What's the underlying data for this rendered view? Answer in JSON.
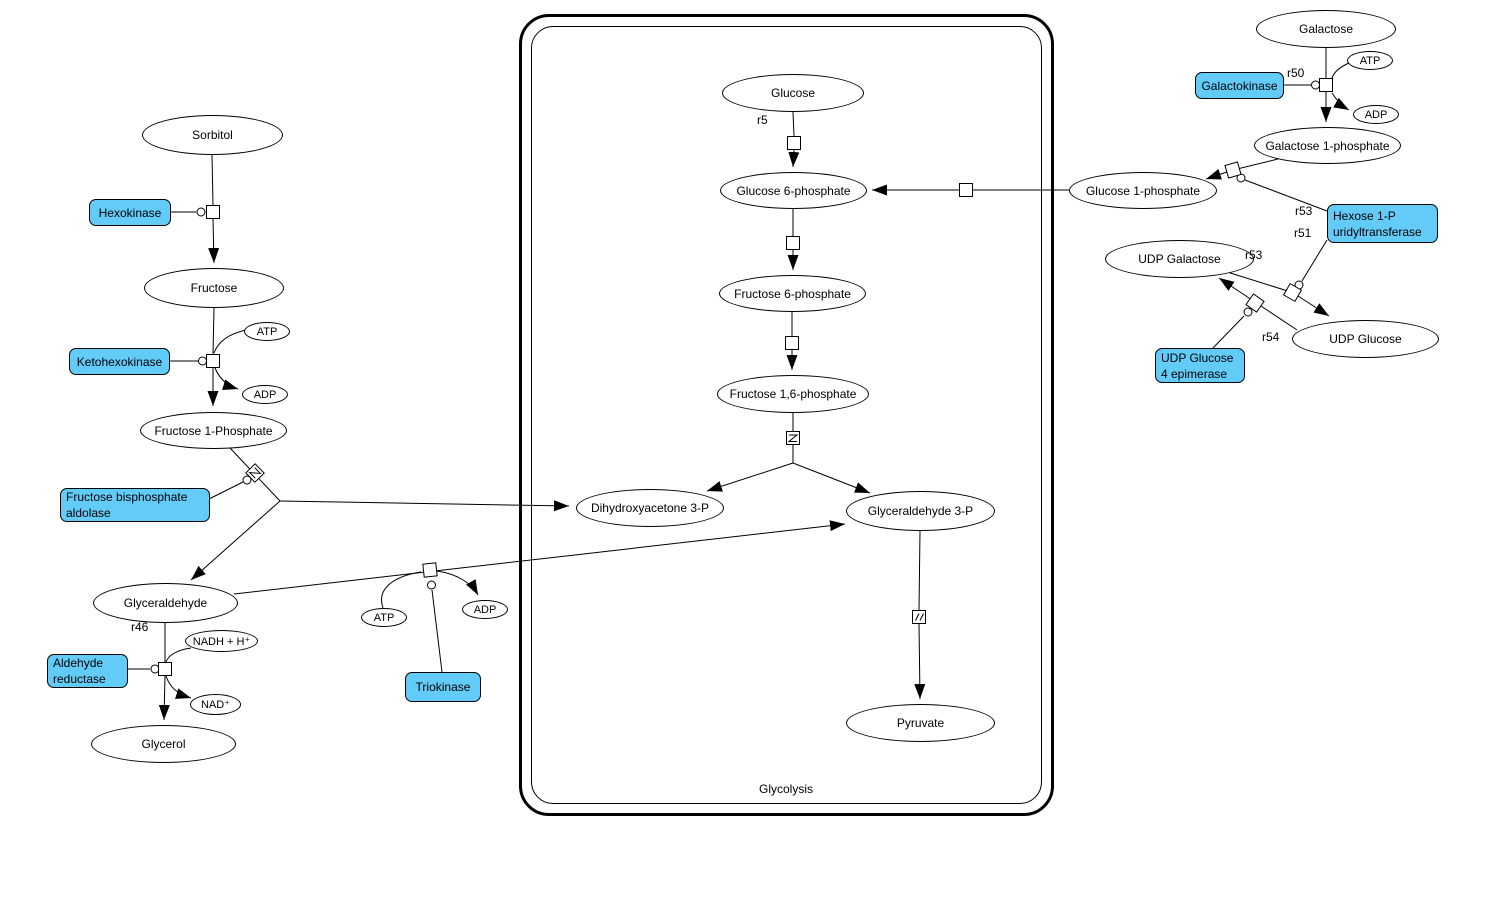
{
  "diagram": {
    "compartment_label": "Glycolysis",
    "species": {
      "sorbitol": "Sorbitol",
      "fructose": "Fructose",
      "fructose1p": "Fructose 1-Phosphate",
      "glyceraldehyde": "Glyceraldehyde",
      "glycerol": "Glycerol",
      "glucose": "Glucose",
      "glucose6p": "Glucose 6-phosphate",
      "fructose6p": "Fructose 6-phosphate",
      "fructose16p": "Fructose 1,6-phosphate",
      "dhap": "Dihydroxyacetone 3-P",
      "g3p": "Glyceraldehyde 3-P",
      "pyruvate": "Pyruvate",
      "galactose": "Galactose",
      "galactose1p": "Galactose 1-phosphate",
      "glucose1p": "Glucose 1-phosphate",
      "udp_galactose": "UDP Galactose",
      "udp_glucose": "UDP Glucose",
      "atp": "ATP",
      "adp": "ADP",
      "nadh_h": "NADH + H⁺",
      "nad": "NAD⁺"
    },
    "enzymes": {
      "hexokinase": "Hexokinase",
      "ketohexokinase": "Ketohexokinase",
      "fb_aldolase": "Fructose bisphosphate aldolase",
      "aldehyde_reductase": "Aldehyde reductase",
      "triokinase": "Triokinase",
      "galactokinase": "Galactokinase",
      "hexose1p_uridyltransferase": "Hexose 1-P uridyltransferase",
      "udp_glucose_4_epimerase": "UDP Glucose 4 epimerase"
    },
    "reaction_labels": {
      "r5": "r5",
      "r46": "r46",
      "r50": "r50",
      "r51": "r51",
      "r53": "r53",
      "r53b": "r53",
      "r54": "r54"
    },
    "colors": {
      "enzyme_fill": "#63CBF8",
      "line": "#000000",
      "background": "#FFFFFF"
    }
  }
}
